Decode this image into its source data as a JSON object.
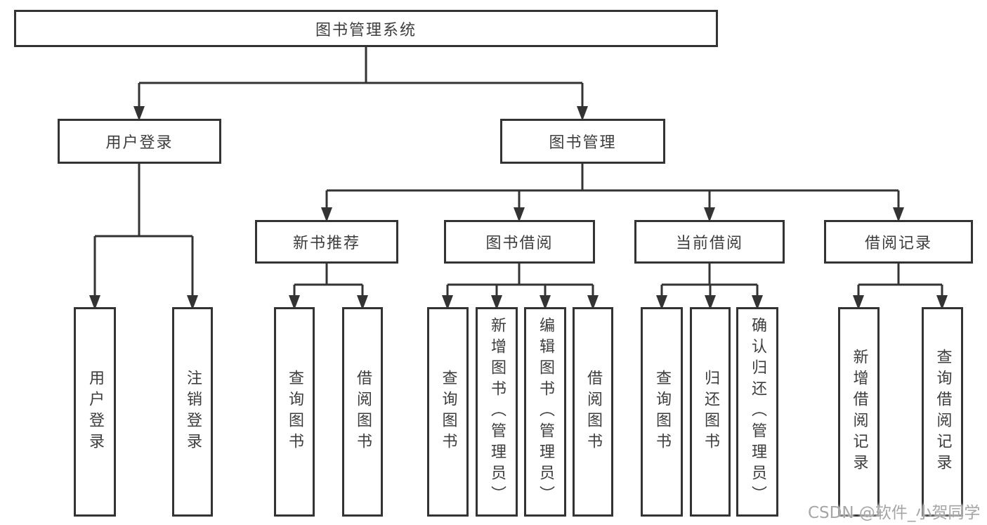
{
  "diagram": {
    "root": {
      "label": "图书管理系统"
    },
    "level1": [
      {
        "label": "用户登录"
      },
      {
        "label": "图书管理"
      }
    ],
    "level2": [
      {
        "label": "新书推荐"
      },
      {
        "label": "图书借阅"
      },
      {
        "label": "当前借阅"
      },
      {
        "label": "借阅记录"
      }
    ],
    "leaves": [
      {
        "label": "用户登录",
        "parent": "用户登录"
      },
      {
        "label": "注销登录",
        "parent": "用户登录"
      },
      {
        "label": "查询图书",
        "parent": "新书推荐"
      },
      {
        "label": "借阅图书",
        "parent": "新书推荐"
      },
      {
        "label": "查询图书",
        "parent": "图书借阅"
      },
      {
        "label": "新增图书（管理员）",
        "parent": "图书借阅"
      },
      {
        "label": "编辑图书（管理员）",
        "parent": "图书借阅"
      },
      {
        "label": "借阅图书",
        "parent": "图书借阅"
      },
      {
        "label": "查询图书",
        "parent": "当前借阅"
      },
      {
        "label": "归还图书",
        "parent": "当前借阅"
      },
      {
        "label": "确认归还（管理员）",
        "parent": "当前借阅"
      },
      {
        "label": "新增借阅记录",
        "parent": "借阅记录"
      },
      {
        "label": "查询借阅记录",
        "parent": "借阅记录"
      }
    ]
  },
  "watermark": {
    "text": "CSDN @软件_小贺同学"
  },
  "colors": {
    "line": "#333333",
    "text": "#3d3d3d",
    "background": "#ffffff",
    "watermark": "#a6a6a6"
  }
}
